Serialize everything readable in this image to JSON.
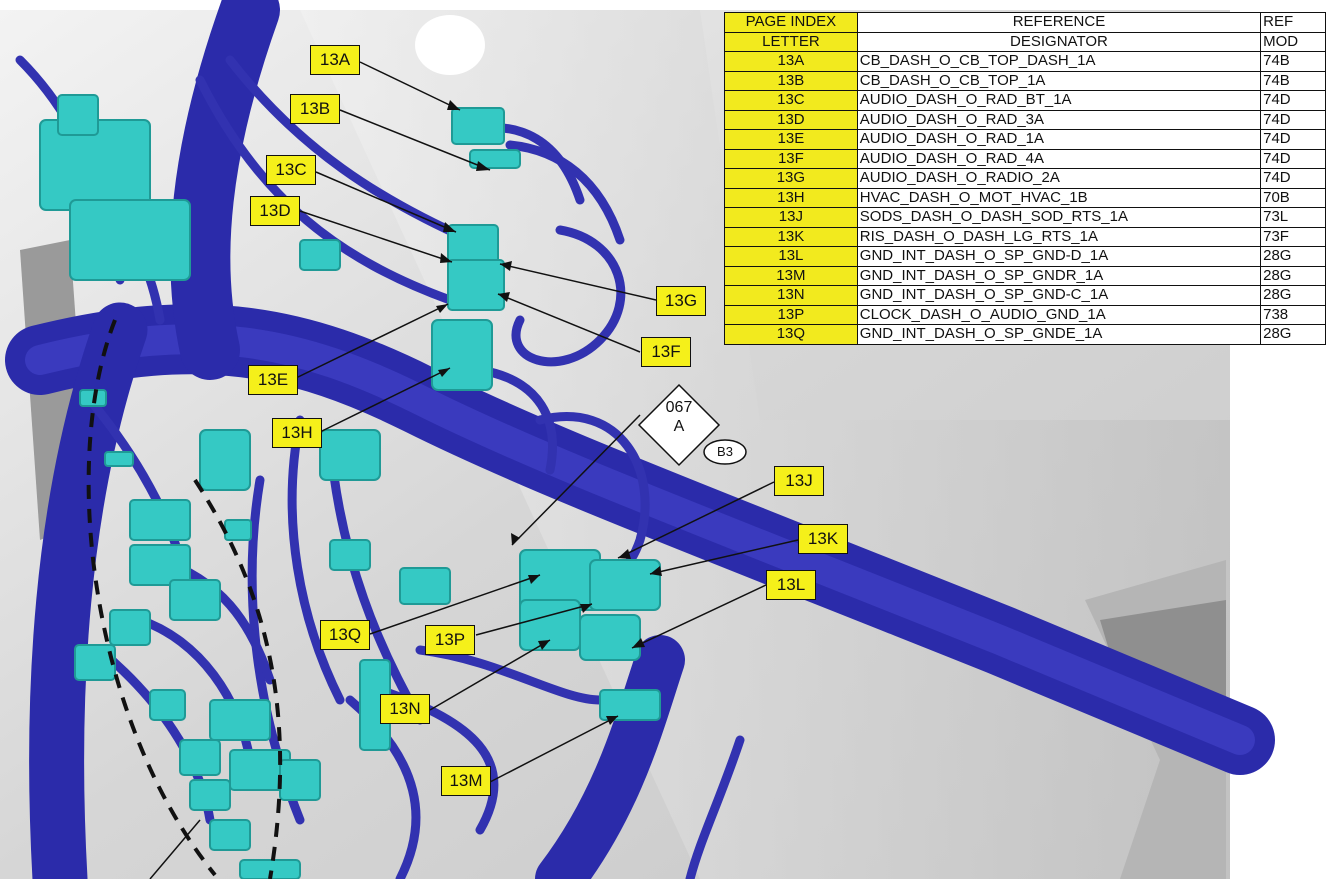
{
  "table": {
    "header": {
      "letter": [
        "PAGE INDEX",
        "LETTER"
      ],
      "designator": [
        "REFERENCE",
        "DESIGNATOR"
      ],
      "mod": [
        "REF",
        "MOD"
      ]
    },
    "rows": [
      {
        "letter": "13A",
        "designator": "CB_DASH_O_CB_TOP_DASH_1A",
        "mod": "74B"
      },
      {
        "letter": "13B",
        "designator": "CB_DASH_O_CB_TOP_1A",
        "mod": "74B"
      },
      {
        "letter": "13C",
        "designator": "AUDIO_DASH_O_RAD_BT_1A",
        "mod": "74D"
      },
      {
        "letter": "13D",
        "designator": "AUDIO_DASH_O_RAD_3A",
        "mod": "74D"
      },
      {
        "letter": "13E",
        "designator": "AUDIO_DASH_O_RAD_1A",
        "mod": "74D"
      },
      {
        "letter": "13F",
        "designator": "AUDIO_DASH_O_RAD_4A",
        "mod": "74D"
      },
      {
        "letter": "13G",
        "designator": "AUDIO_DASH_O_RADIO_2A",
        "mod": "74D"
      },
      {
        "letter": "13H",
        "designator": "HVAC_DASH_O_MOT_HVAC_1B",
        "mod": "70B"
      },
      {
        "letter": "13J",
        "designator": "SODS_DASH_O_DASH_SOD_RTS_1A",
        "mod": "73L"
      },
      {
        "letter": "13K",
        "designator": "RIS_DASH_O_DASH_LG_RTS_1A",
        "mod": "73F"
      },
      {
        "letter": "13L",
        "designator": "GND_INT_DASH_O_SP_GND-D_1A",
        "mod": "28G"
      },
      {
        "letter": "13M",
        "designator": "GND_INT_DASH_O_SP_GNDR_1A",
        "mod": "28G"
      },
      {
        "letter": "13N",
        "designator": "GND_INT_DASH_O_SP_GND-C_1A",
        "mod": "28G"
      },
      {
        "letter": "13P",
        "designator": "CLOCK_DASH_O_AUDIO_GND_1A",
        "mod": "738"
      },
      {
        "letter": "13Q",
        "designator": "GND_INT_DASH_O_SP_GNDE_1A",
        "mod": "28G"
      }
    ]
  },
  "callouts": [
    "13A",
    "13B",
    "13C",
    "13D",
    "13E",
    "13F",
    "13G",
    "13H",
    "13J",
    "13K",
    "13L",
    "13M",
    "13N",
    "13P",
    "13Q"
  ],
  "diamond": {
    "line1": "067",
    "line2": "A"
  },
  "oval": "B3",
  "colors": {
    "harness": "#3535b8",
    "harness_dark": "#1f1f8a",
    "connector": "#35c9c4",
    "connector_dark": "#1f9a96",
    "callout_fill": "#f5f01a",
    "background": "#e6e6e6"
  }
}
